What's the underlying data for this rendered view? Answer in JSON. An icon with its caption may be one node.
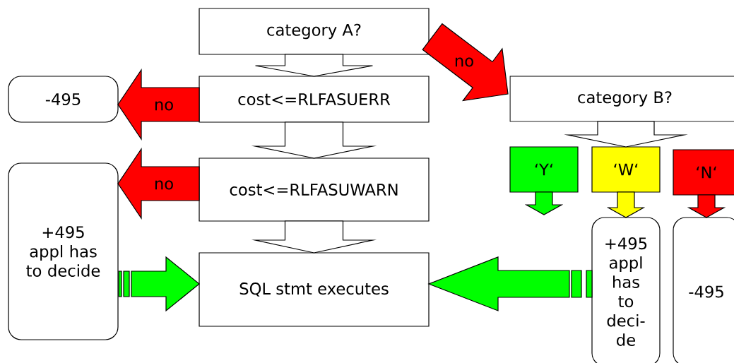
{
  "diagram": {
    "nodes": [
      {
        "text": [
          "category A?"
        ]
      },
      {
        "text": [
          "cost<=RLFASUERR"
        ]
      },
      {
        "text": [
          "-495"
        ]
      },
      {
        "text": [
          "cost<=RLFASUWARN"
        ]
      },
      {
        "text": [
          "+495 appl has to decide"
        ]
      },
      {
        "text": [
          "SQL stmt executes"
        ]
      },
      {
        "text": [
          "category B?"
        ]
      },
      {
        "text": [
          "‘Y‘"
        ]
      },
      {
        "text": [
          "‘W‘"
        ]
      },
      {
        "text": [
          "‘N‘"
        ]
      },
      {
        "text": [
          "+495 appl has to deci-de"
        ]
      },
      {
        "text": [
          "-495"
        ]
      }
    ],
    "edges": [
      {
        "from": 0,
        "to": 1,
        "arrow": "to"
      },
      {
        "from": 1,
        "to": 3,
        "arrow": "to"
      },
      {
        "from": 3,
        "to": 5,
        "arrow": "to"
      },
      {
        "from": 1,
        "to": 2,
        "arrow": "to",
        "label": "no",
        "color": "#ff0000"
      },
      {
        "from": 3,
        "to": 4,
        "arrow": "to",
        "label": "no",
        "color": "#ff0000"
      },
      {
        "from": 0,
        "to": 6,
        "arrow": "to",
        "label": "no",
        "color": "#ff0000"
      },
      {
        "from": 6,
        "to": 8,
        "arrow": "to"
      },
      {
        "from": 7,
        "to": null,
        "arrow": "to",
        "color": "#00ff00"
      },
      {
        "from": 8,
        "to": 10,
        "arrow": "to",
        "color": "#ffff00"
      },
      {
        "from": 9,
        "to": 11,
        "arrow": "to",
        "color": "#ff0000"
      },
      {
        "from": 4,
        "to": 5,
        "arrow": "to",
        "color": "#00ff00"
      },
      {
        "from": 10,
        "to": 5,
        "arrow": "to",
        "color": "#00ff00"
      }
    ]
  }
}
